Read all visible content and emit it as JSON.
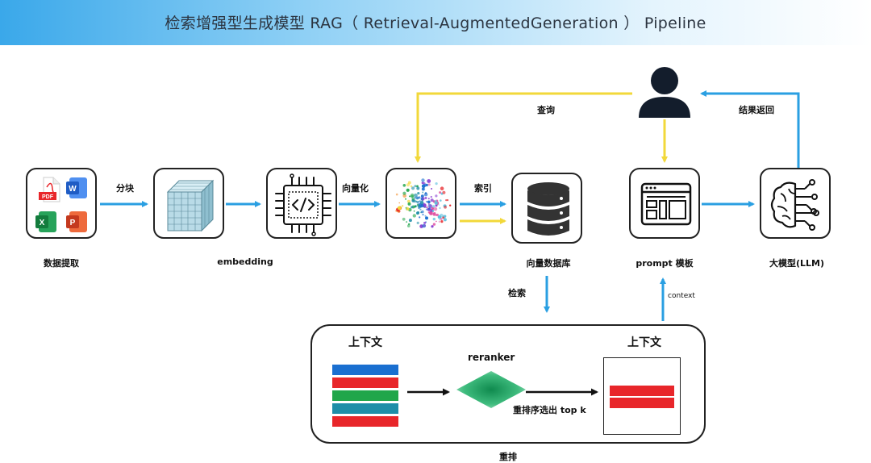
{
  "title": "检索增强型生成模型 RAG（ Retrieval-AugmentedGeneration ） Pipeline",
  "nodes": {
    "data_extraction": {
      "label": "数据提取",
      "file_icons": {
        "pdf": "PDF",
        "word": "W",
        "excel": "X",
        "powerpoint": "P"
      }
    },
    "chunks": {
      "label": ""
    },
    "embedding": {
      "label": "embedding"
    },
    "vectors": {
      "label": ""
    },
    "vector_db": {
      "label": "向量数据库"
    },
    "prompt_template": {
      "label": "prompt 模板"
    },
    "llm": {
      "label": "大模型(LLM)"
    }
  },
  "edges": {
    "chunking": "分块",
    "vectorize": "向量化",
    "index": "索引",
    "query": "查询",
    "result_return": "结果返回",
    "retrieve": "检索",
    "context": "context"
  },
  "rerank": {
    "title": "重排",
    "input_label": "上下文",
    "output_label": "上下文",
    "reranker_label": "reranker",
    "select_label": "重排序选出 top k"
  },
  "colors": {
    "blue_arrow": "#2a9fe2",
    "yellow_arrow": "#f2d83a",
    "bar_blue": "#1a6fd0",
    "bar_red": "#e8262a",
    "bar_green": "#20a64a",
    "bar_teal": "#1e8ea8"
  },
  "icons": [
    "pdf-icon",
    "word-icon",
    "excel-icon",
    "powerpoint-icon",
    "cube-grid-icon",
    "code-chip-icon",
    "point-cloud-icon",
    "database-icon",
    "user-icon",
    "browser-template-icon",
    "ai-brain-icon"
  ]
}
